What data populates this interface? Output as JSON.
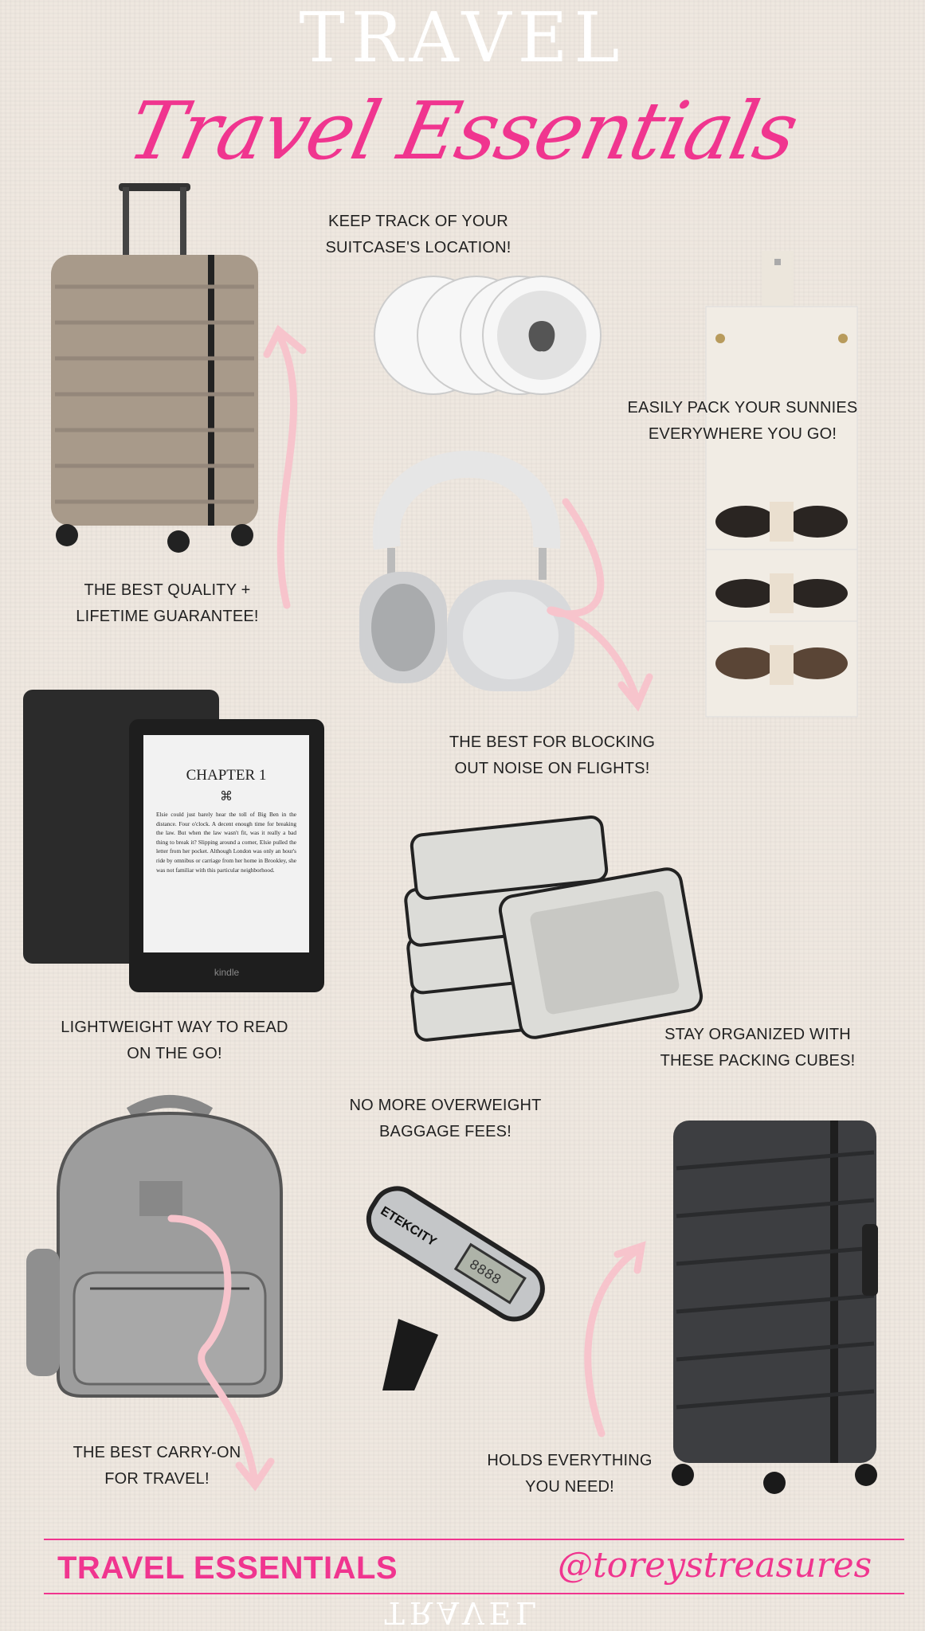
{
  "header": {
    "watermark": "TRAVEL",
    "title": "Travel Essentials"
  },
  "products": [
    {
      "name": "taupe-suitcase",
      "caption": [
        "THE BEST QUALITY +",
        "LIFETIME GUARANTEE!"
      ]
    },
    {
      "name": "airtags",
      "caption": [
        "KEEP TRACK OF YOUR",
        "SUITCASE'S LOCATION!"
      ]
    },
    {
      "name": "sunglasses-organizer",
      "caption": [
        "EASILY PACK YOUR SUNNIES",
        "EVERYWHERE YOU GO!"
      ]
    },
    {
      "name": "headphones",
      "caption": [
        "THE BEST FOR BLOCKING",
        "OUT NOISE ON FLIGHTS!"
      ]
    },
    {
      "name": "kindle",
      "caption": [
        "LIGHTWEIGHT WAY TO READ",
        "ON THE GO!"
      ]
    },
    {
      "name": "packing-cubes",
      "caption": [
        "STAY ORGANIZED WITH",
        "THESE PACKING CUBES!"
      ]
    },
    {
      "name": "luggage-scale",
      "caption": [
        "NO MORE OVERWEIGHT",
        "BAGGAGE FEES!"
      ]
    },
    {
      "name": "backpack",
      "caption": [
        "THE BEST CARRY-ON",
        "FOR TRAVEL!"
      ]
    },
    {
      "name": "black-suitcase",
      "caption": [
        "HOLDS EVERYTHING",
        "YOU NEED!"
      ]
    }
  ],
  "kindle_screen": {
    "chapter": "CHAPTER 1",
    "text": "Elsie could just barely hear the toll of Big Ben in the distance. Four o'clock. A decent enough time for breaking the law. But when the law wasn't fit, was it really a bad thing to break it? Slipping around a corner, Elsie pulled the letter from her pocket. Although London was only an hour's ride by omnibus or carriage from her home in Brookley, she was not familiar with this particular neighborhood.",
    "brand": "kindle"
  },
  "scale_brand": "ETEKCITY",
  "footer": {
    "watermark": "TRAVEL",
    "left": "TRAVEL ESSENTIALS",
    "handle": "@toreystreasures"
  },
  "colors": {
    "accent": "#f0358f",
    "arrow": "#f7c4cc",
    "background": "#efe8e0"
  }
}
